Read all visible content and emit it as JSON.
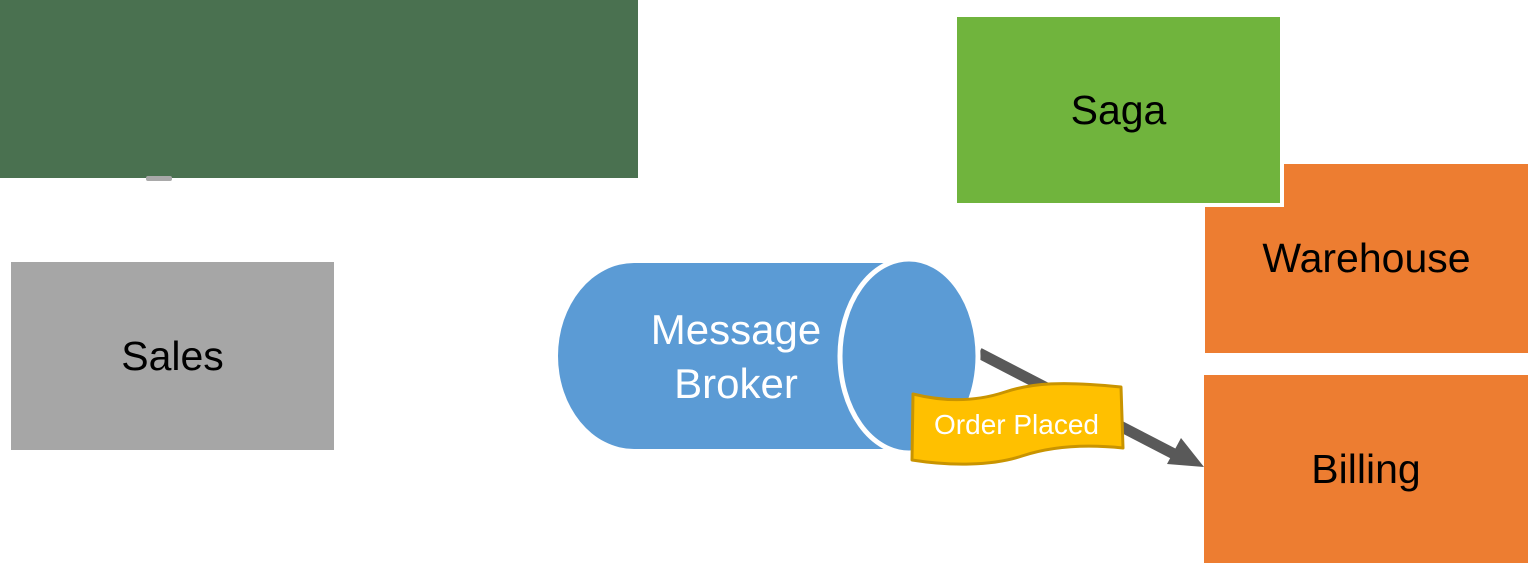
{
  "diagram": {
    "background_color": "#ffffff",
    "header_panel": {
      "color": "#4A7150"
    },
    "nodes": {
      "sales": {
        "label": "Sales",
        "color": "#A6A6A6",
        "text_color": "#000000"
      },
      "saga": {
        "label": "Saga",
        "color": "#70B43D",
        "text_color": "#000000"
      },
      "warehouse": {
        "label": "Warehouse",
        "color": "#ED7D31",
        "text_color": "#000000"
      },
      "billing": {
        "label": "Billing",
        "color": "#ED7D31",
        "text_color": "#000000"
      },
      "message_broker": {
        "label": "Message Broker",
        "label_line1": "Message",
        "label_line2": "Broker",
        "shape": "cylinder",
        "color": "#5B9BD5",
        "text_color": "#ffffff"
      }
    },
    "message_banner": {
      "label": "Order Placed",
      "shape": "wave-banner",
      "fill": "#FFC000",
      "border_color": "#C99400",
      "text_color": "#ffffff"
    },
    "arrow": {
      "from": "message-broker",
      "to": "billing",
      "color": "#595959"
    }
  }
}
